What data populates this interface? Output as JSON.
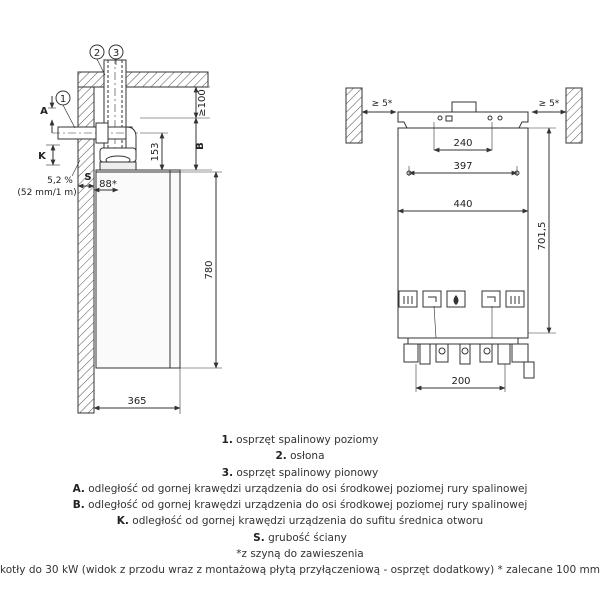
{
  "left_view": {
    "callouts": [
      "1",
      "2",
      "3"
    ],
    "dim_top": "≥100",
    "dim_a_label": "A",
    "dim_153": "153",
    "dim_b_label": "B",
    "dim_k_label": "K",
    "dim_s_label": "S",
    "slope_pct": "5,2 %",
    "slope_mm": "(52 mm/1 m)",
    "dim_88": "88*",
    "dim_780": "780",
    "dim_365": "365"
  },
  "right_view": {
    "clearance_left": "≥ 5*",
    "clearance_right": "≥ 5*",
    "dim_240": "240",
    "dim_397": "397",
    "dim_440": "440",
    "dim_7015": "701,5",
    "dim_200": "200"
  },
  "legend": {
    "l1_key": "1.",
    "l1_text": "osprzęt spalinowy poziomy",
    "l2_key": "2.",
    "l2_text": "osłona",
    "l3_key": "3.",
    "l3_text": "osprzęt spalinowy pionowy",
    "lA_key": "A.",
    "lA_text": "odległość od gornej krawędzi urządzenia do osi środkowej poziomej rury spalinowej",
    "lB_key": "B.",
    "lB_text": "odległość od gornej krawędzi urządzenia do osi środkowej poziomej rury spalinowej",
    "lK_key": "K.",
    "lK_text": "odległość od gornej krawędzi urządzenia do sufitu średnica otworu",
    "lS_key": "S.",
    "lS_text": "grubość ściany",
    "note1": "*z szyną do zawieszenia",
    "note2": "kotły do 30 kW (widok z przodu wraz z montażową płytą przyłączeniową - osprzęt dodatkowy) * zalecane 100 mm"
  }
}
